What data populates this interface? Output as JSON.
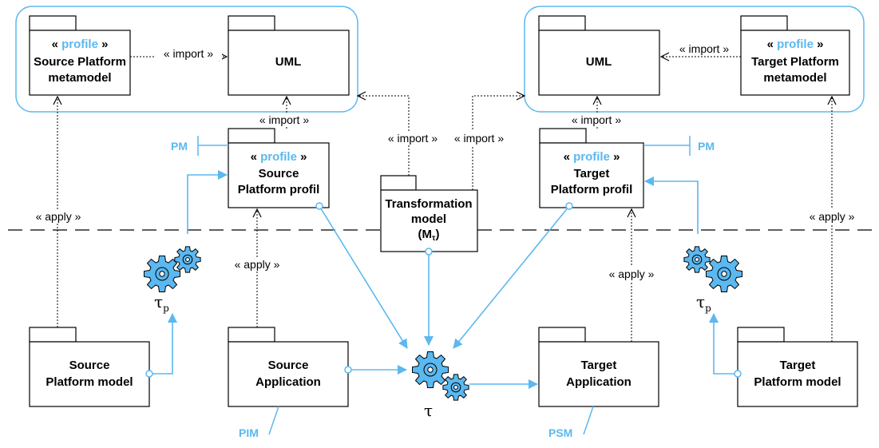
{
  "packages": {
    "src_meta": {
      "kw": "profile",
      "line1": "Source Platform",
      "line2": "metamodel"
    },
    "uml_left": {
      "label": "UML"
    },
    "uml_right": {
      "label": "UML"
    },
    "tgt_meta": {
      "kw": "profile",
      "line1": "Target Platform",
      "line2": "metamodel"
    },
    "src_prof": {
      "kw": "profile",
      "line1": "Source",
      "line2": "Platform profil"
    },
    "tgt_prof": {
      "kw": "profile",
      "line1": "Target",
      "line2": "Platform profil"
    },
    "trans": {
      "line1": "Transformation",
      "line2": "model",
      "line3": "(M",
      "line3_sub": "τ",
      "line3_end": ")"
    },
    "src_pm": {
      "line1": "Source",
      "line2": "Platform model"
    },
    "src_app": {
      "line1": "Source",
      "line2": "Application"
    },
    "tgt_app": {
      "line1": "Target",
      "line2": "Application"
    },
    "tgt_pm": {
      "line1": "Target",
      "line2": "Platform model"
    }
  },
  "relations": {
    "import_src_uml": "« import »",
    "import_tgt_uml": "« import »",
    "import_src_prof": "« import »",
    "import_tgt_prof": "« import »",
    "import_trans_left": "« import »",
    "import_trans_right": "« import »",
    "apply_left": "« apply »",
    "apply_src_app": "« apply »",
    "apply_tgt_app": "« apply »",
    "apply_right": "« apply »"
  },
  "tags": {
    "pm_left": "PM",
    "pm_right": "PM",
    "pim": "PIM",
    "psm": "PSM"
  },
  "transforms": {
    "tau": "τ",
    "tau_p": "τ",
    "tau_p_sub": "p"
  },
  "guillemet_open": "« ",
  "guillemet_close": " »",
  "colors": {
    "accent": "#5bb8f0",
    "gear_fill": "#5bb8f0",
    "line": "#000000"
  }
}
